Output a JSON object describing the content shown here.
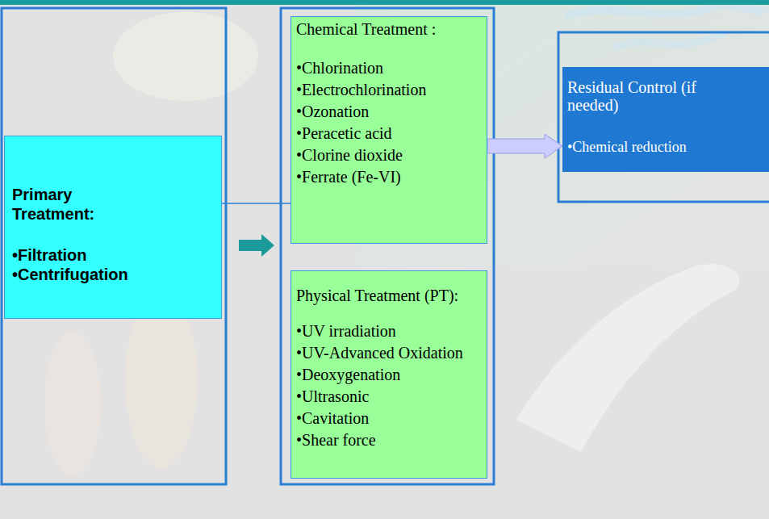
{
  "diagram": {
    "nodes": [
      {
        "text": [
          "Primary Treatment:",
          "•Filtration",
          "•Centrifugation"
        ]
      },
      {
        "text": [
          "Chemical Treatment :",
          "•Chlorination",
          "•Electrochlorination",
          "•Ozonation",
          "•Peracetic acid",
          "•Clorine dioxide",
          "•Ferrate (Fe-VI)"
        ]
      },
      {
        "text": [
          "Physical Treatment (PT):",
          "•UV irradiation",
          "•UV-Advanced Oxidation",
          "•Deoxygenation",
          "•Ultrasonic",
          "•Cavitation",
          "•Shear force"
        ]
      },
      {
        "text": [
          "Residual Control (if needed)",
          "•Chemical reduction"
        ]
      }
    ],
    "edges": [
      {
        "from": 0,
        "to": 1,
        "arrow": "to"
      },
      {
        "from": 1,
        "to": 3,
        "arrow": "to"
      }
    ]
  }
}
